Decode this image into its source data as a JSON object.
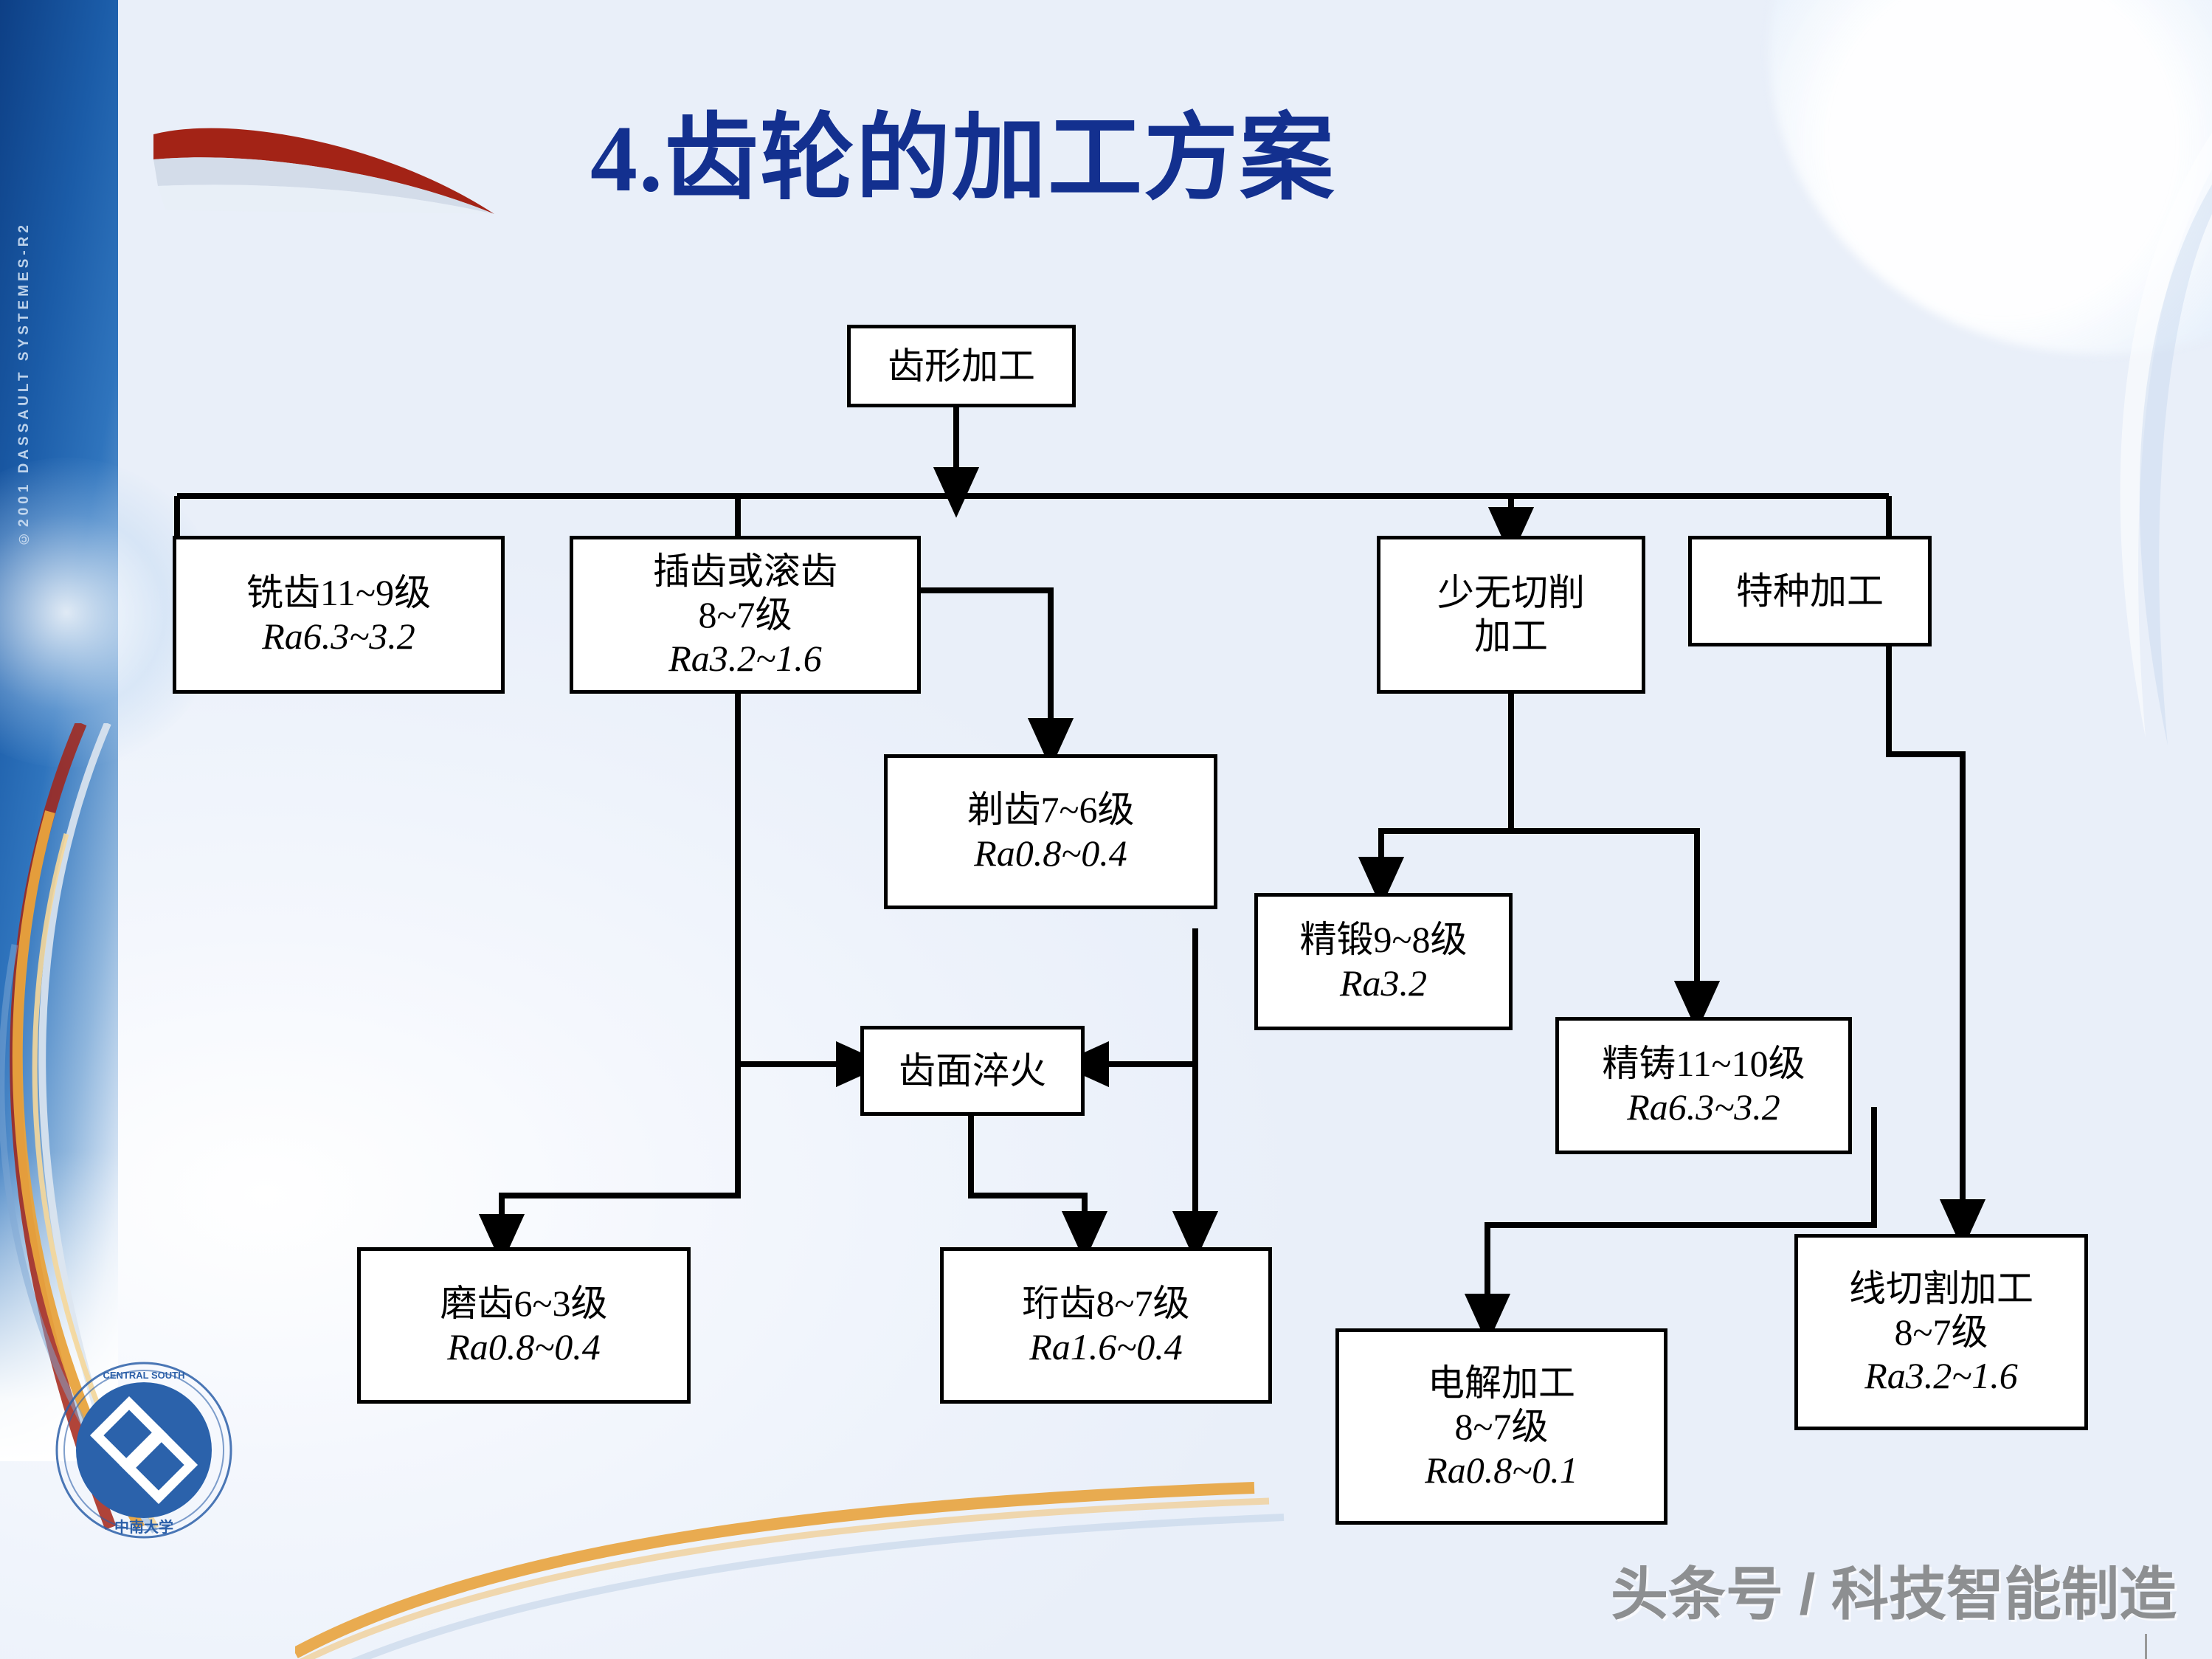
{
  "slide": {
    "title": "4.齿轮的加工方案",
    "copyright_vertical": "©2001 DASSAULT SYSTEMES-R2",
    "watermark": "头条号 / 科技智能制造",
    "logo_outer_text": "CENTRAL SOUTH",
    "logo_bottom_text": "中南大学",
    "colors": {
      "title": "#13308F",
      "node_border": "#000000",
      "node_fill": "#FFFFFF",
      "background": "#FFFFFF",
      "accent_blue": "#1B5CA8",
      "accent_red": "#B02A1E",
      "accent_gold": "#E8A33D",
      "watermark": "#6F6F6F"
    }
  },
  "flowchart": {
    "type": "process-flow",
    "root": "齿形加工",
    "nodes": [
      {
        "id": "n1",
        "title": "齿形加工",
        "grade": "",
        "ra": ""
      },
      {
        "id": "n2",
        "title": "铣齿11~9级",
        "grade": "",
        "ra": "Ra6.3~3.2"
      },
      {
        "id": "n3",
        "title": "插齿或滚齿",
        "grade": "8~7级",
        "ra": "Ra3.2~1.6"
      },
      {
        "id": "n4",
        "title": "少无切削",
        "grade": "加工",
        "ra": ""
      },
      {
        "id": "n5",
        "title": "特种加工",
        "grade": "",
        "ra": ""
      },
      {
        "id": "n6",
        "title": "剃齿7~6级",
        "grade": "",
        "ra": "Ra0.8~0.4"
      },
      {
        "id": "n7",
        "title": "精锻9~8级",
        "grade": "",
        "ra": "Ra3.2"
      },
      {
        "id": "n8",
        "title": "精铸11~10级",
        "grade": "",
        "ra": "Ra6.3~3.2"
      },
      {
        "id": "n9",
        "title": "齿面淬火",
        "grade": "",
        "ra": ""
      },
      {
        "id": "n10",
        "title": "磨齿6~3级",
        "grade": "",
        "ra": "Ra0.8~0.4"
      },
      {
        "id": "n11",
        "title": "珩齿8~7级",
        "grade": "",
        "ra": "Ra1.6~0.4"
      },
      {
        "id": "n12",
        "title": "电解加工",
        "grade": "8~7级",
        "ra": "Ra0.8~0.1"
      },
      {
        "id": "n13",
        "title": "线切割加工",
        "grade": "8~7级",
        "ra": "Ra3.2~1.6"
      }
    ],
    "edges": [
      {
        "from": "n1",
        "to": "n2"
      },
      {
        "from": "n1",
        "to": "n3"
      },
      {
        "from": "n1",
        "to": "n4"
      },
      {
        "from": "n1",
        "to": "n5"
      },
      {
        "from": "n3",
        "to": "n6"
      },
      {
        "from": "n3",
        "to": "n9"
      },
      {
        "from": "n3",
        "to": "n10"
      },
      {
        "from": "n6",
        "to": "n9"
      },
      {
        "from": "n6",
        "to": "n11"
      },
      {
        "from": "n9",
        "to": "n10"
      },
      {
        "from": "n9",
        "to": "n11"
      },
      {
        "from": "n4",
        "to": "n7"
      },
      {
        "from": "n4",
        "to": "n8"
      },
      {
        "from": "n5",
        "to": "n12"
      },
      {
        "from": "n5",
        "to": "n13"
      },
      {
        "from": "n8",
        "to": "n12"
      }
    ]
  }
}
